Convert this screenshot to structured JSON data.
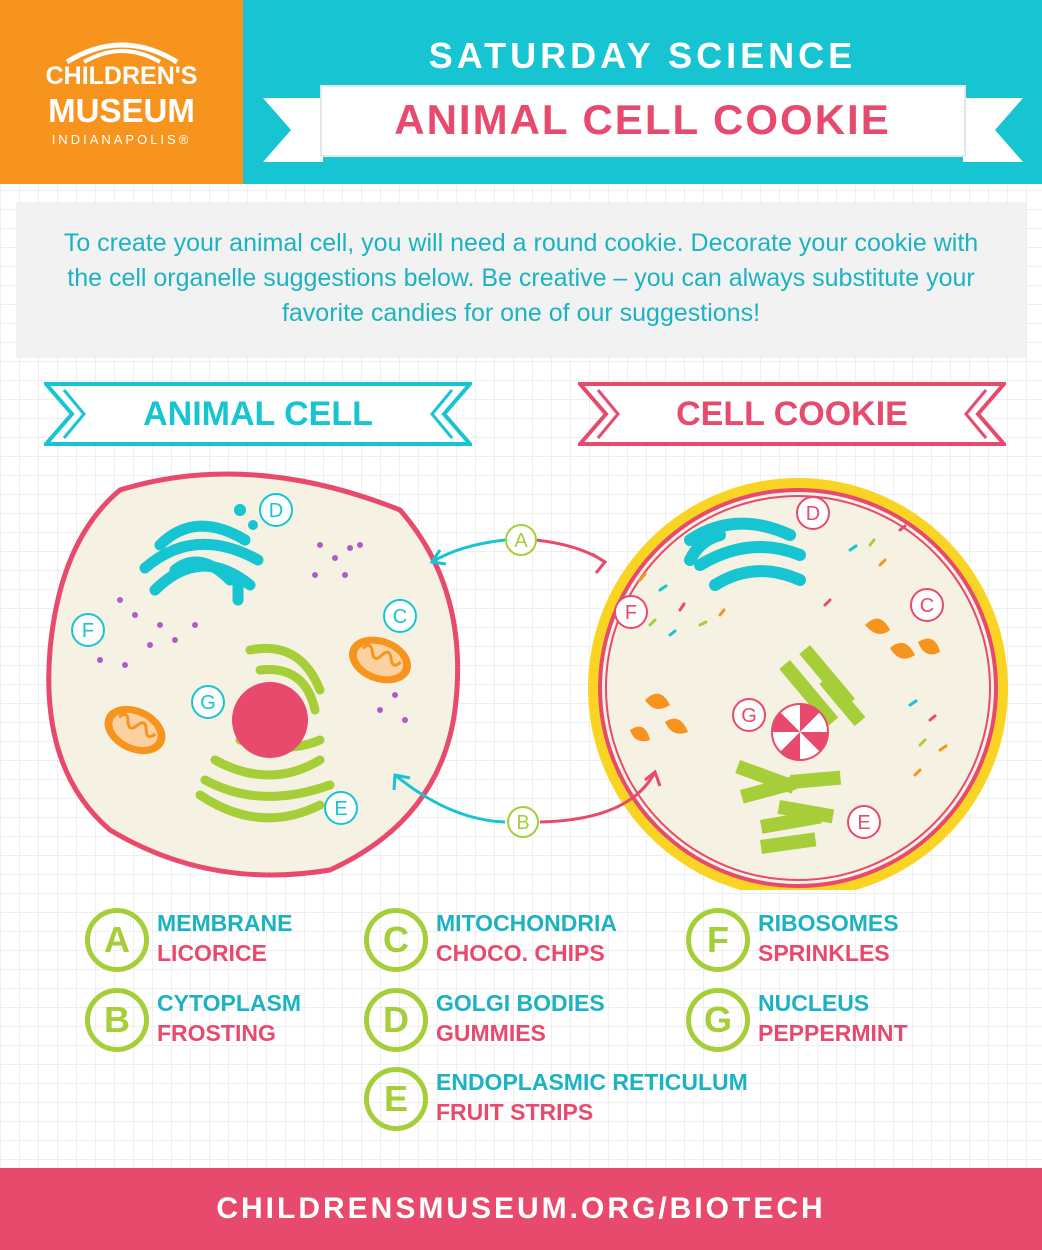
{
  "logo": {
    "line1": "CHILDREN'S",
    "line2": "MUSEUM",
    "line3": "INDIANAPOLIS®"
  },
  "header": {
    "kicker": "SATURDAY SCIENCE",
    "title": "ANIMAL CELL COOKIE"
  },
  "intro": "To create your animal cell, you will need a round cookie. Decorate your cookie with the cell organelle suggestions below. Be creative – you can always substitute your favorite candies for one of our suggestions!",
  "sections": {
    "left": "ANIMAL CELL",
    "right": "CELL COOKIE"
  },
  "diagram": {
    "letters": [
      "A",
      "B",
      "C",
      "D",
      "E",
      "F",
      "G"
    ]
  },
  "key": [
    {
      "letter": "A",
      "name": "MEMBRANE",
      "treat": "LICORICE"
    },
    {
      "letter": "B",
      "name": "CYTOPLASM",
      "treat": "FROSTING"
    },
    {
      "letter": "C",
      "name": "MITOCHONDRIA",
      "treat": "CHOCO. CHIPS"
    },
    {
      "letter": "D",
      "name": "GOLGI BODIES",
      "treat": "GUMMIES"
    },
    {
      "letter": "E",
      "name": "ENDOPLASMIC RETICULUM",
      "treat": "FRUIT STRIPS"
    },
    {
      "letter": "F",
      "name": "RIBOSOMES",
      "treat": "SPRINKLES"
    },
    {
      "letter": "G",
      "name": "NUCLEUS",
      "treat": "PEPPERMINT"
    }
  ],
  "footer": "CHILDRENSMUSEUM.ORG/BIOTECH",
  "colors": {
    "teal": "#16c5d1",
    "pink": "#e84a6d",
    "orange": "#f7941d",
    "lime": "#a6ce39",
    "cream": "#f5f1e3",
    "yellow": "#f9d423"
  }
}
